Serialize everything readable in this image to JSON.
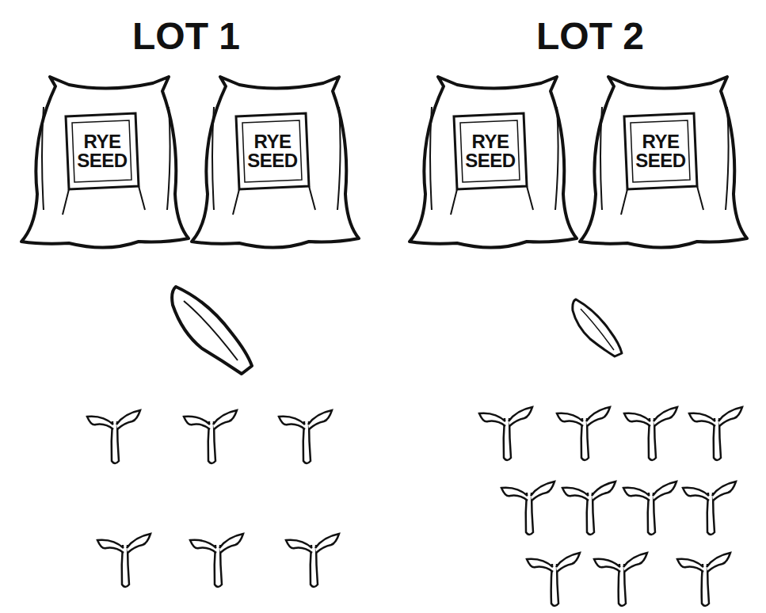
{
  "diagram": {
    "nodes": [
      {
        "text": [
          "RYE SEED"
        ]
      },
      {
        "text": [
          "RYE SEED"
        ]
      },
      {
        "text": [
          "RYE SEED"
        ]
      },
      {
        "text": [
          "RYE SEED"
        ]
      }
    ],
    "labels": [
      "LOT 1",
      "LOT 2"
    ]
  }
}
